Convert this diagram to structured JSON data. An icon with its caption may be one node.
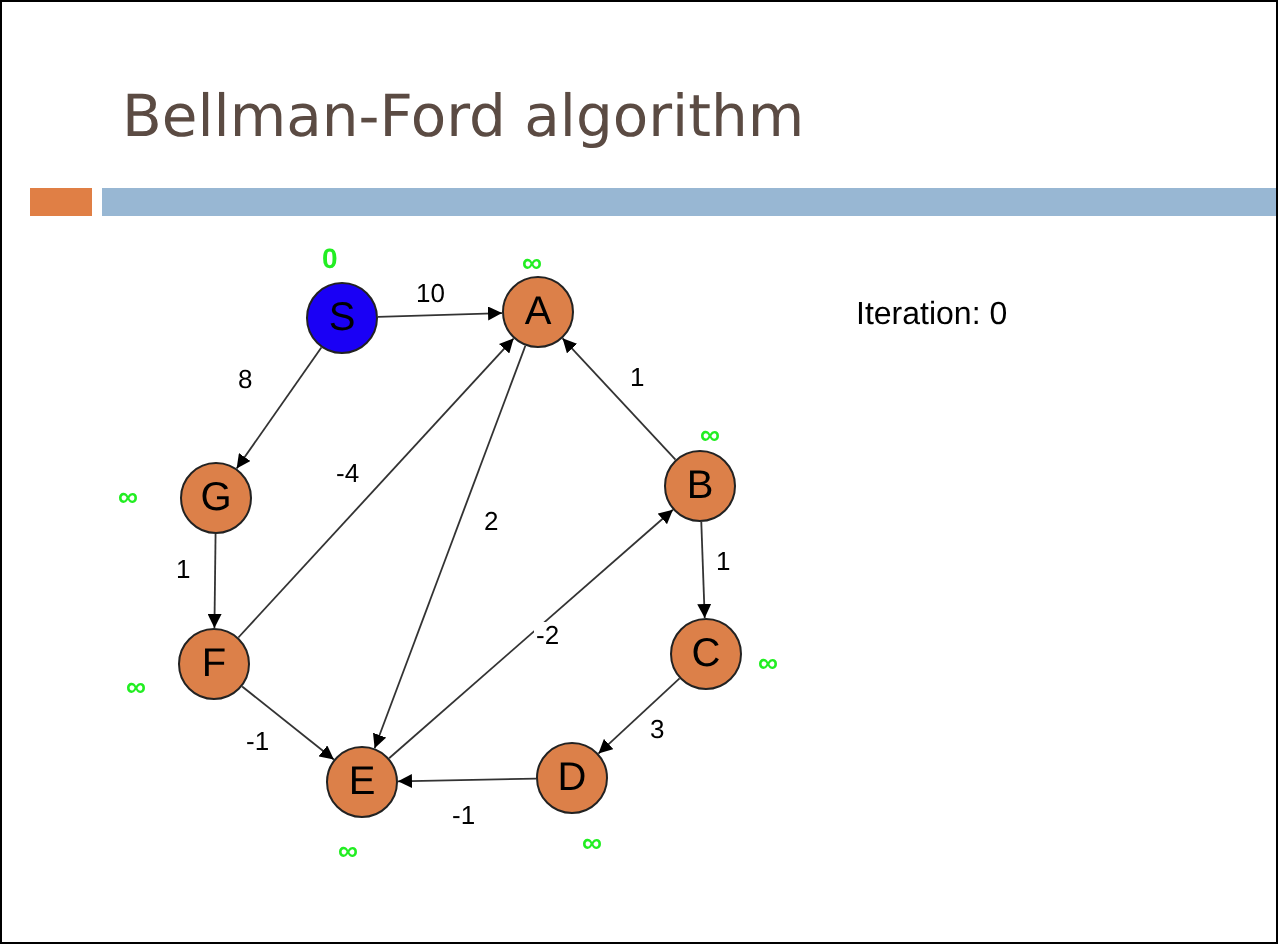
{
  "diagram": {
    "title": "Bellman-Ford algorithm",
    "nodes": [
      {
        "text": [
          "S"
        ],
        "beside": [
          "0"
        ]
      },
      {
        "text": [
          "A"
        ],
        "beside": [
          "∞"
        ]
      },
      {
        "text": [
          "B"
        ],
        "beside": [
          "∞"
        ]
      },
      {
        "text": [
          "G"
        ],
        "beside": [
          "∞"
        ]
      },
      {
        "text": [
          "F"
        ],
        "beside": [
          "∞"
        ]
      },
      {
        "text": [
          "C"
        ],
        "beside": [
          "∞"
        ]
      },
      {
        "text": [
          "D"
        ],
        "beside": [
          "∞"
        ]
      },
      {
        "text": [
          "E"
        ],
        "beside": [
          "∞"
        ]
      }
    ],
    "edges": [
      {
        "from": 0,
        "to": 1,
        "arrow": "to",
        "label": "10"
      },
      {
        "from": 0,
        "to": 3,
        "arrow": "to",
        "label": "8"
      },
      {
        "from": 2,
        "to": 1,
        "arrow": "to",
        "label": "1"
      },
      {
        "from": 4,
        "to": 1,
        "arrow": "to",
        "label": "-4"
      },
      {
        "from": 1,
        "to": 7,
        "arrow": "to",
        "label": "2"
      },
      {
        "from": 3,
        "to": 4,
        "arrow": "to",
        "label": "1"
      },
      {
        "from": 2,
        "to": 5,
        "arrow": "to",
        "label": "1"
      },
      {
        "from": 7,
        "to": 2,
        "arrow": "to",
        "label": "-2"
      },
      {
        "from": 5,
        "to": 6,
        "arrow": "to",
        "label": "3"
      },
      {
        "from": 4,
        "to": 7,
        "arrow": "to",
        "label": "-1"
      },
      {
        "from": 6,
        "to": 7,
        "arrow": "to",
        "label": "-1"
      }
    ],
    "labels": [
      "Iteration: 0"
    ]
  }
}
